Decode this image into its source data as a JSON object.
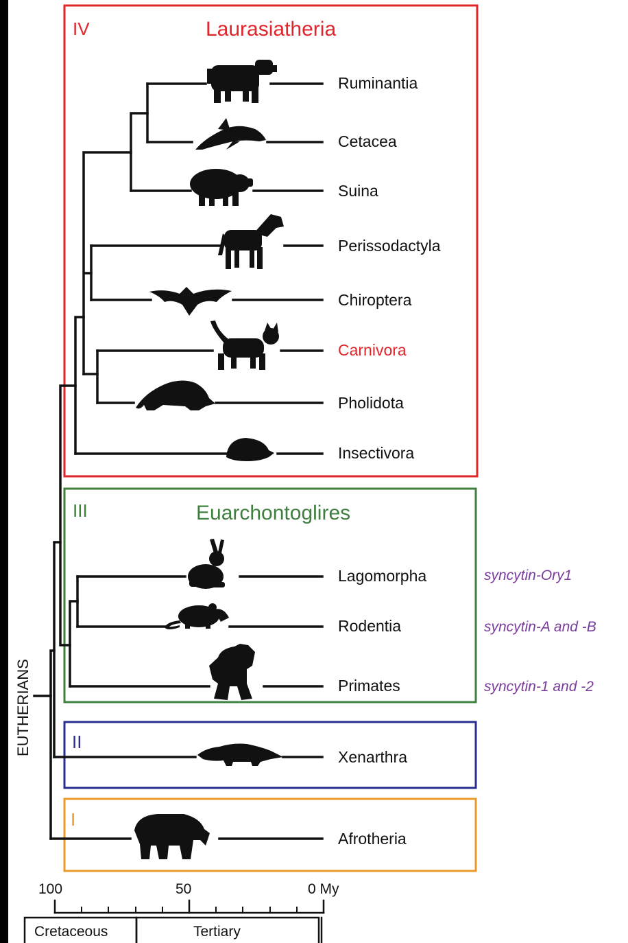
{
  "groups": [
    {
      "roman": "IV",
      "name": "Laurasiatheria",
      "color": "#e0252b"
    },
    {
      "roman": "III",
      "name": "Euarchontoglires",
      "color": "#3f7f3f"
    },
    {
      "roman": "II",
      "name": "",
      "color": "#2a2f8f"
    },
    {
      "roman": "I",
      "name": "",
      "color": "#e89a2a"
    }
  ],
  "taxa": [
    {
      "name": "Ruminantia",
      "icon": "cow-icon",
      "color": "#111111"
    },
    {
      "name": "Cetacea",
      "icon": "dolphin-icon",
      "color": "#111111"
    },
    {
      "name": "Suina",
      "icon": "pig-icon",
      "color": "#111111"
    },
    {
      "name": "Perissodactyla",
      "icon": "horse-icon",
      "color": "#111111"
    },
    {
      "name": "Chiroptera",
      "icon": "bat-icon",
      "color": "#111111"
    },
    {
      "name": "Carnivora",
      "icon": "cat-icon",
      "color": "#e0252b"
    },
    {
      "name": "Pholidota",
      "icon": "pangolin-icon",
      "color": "#111111"
    },
    {
      "name": "Insectivora",
      "icon": "hedgehog-icon",
      "color": "#111111"
    },
    {
      "name": "Lagomorpha",
      "icon": "rabbit-icon",
      "color": "#111111"
    },
    {
      "name": "Rodentia",
      "icon": "rat-icon",
      "color": "#111111"
    },
    {
      "name": "Primates",
      "icon": "gorilla-icon",
      "color": "#111111"
    },
    {
      "name": "Xenarthra",
      "icon": "anteater-icon",
      "color": "#111111"
    },
    {
      "name": "Afrotheria",
      "icon": "elephant-icon",
      "color": "#111111"
    }
  ],
  "syncytins": [
    "syncytin-Ory1",
    "syncytin-A and -B",
    "syncytin-1 and -2"
  ],
  "root_label": "EUTHERIANS",
  "axis": {
    "ticks": [
      "100",
      "50",
      "0 My"
    ],
    "periods": [
      "Cretaceous",
      "Tertiary"
    ]
  }
}
